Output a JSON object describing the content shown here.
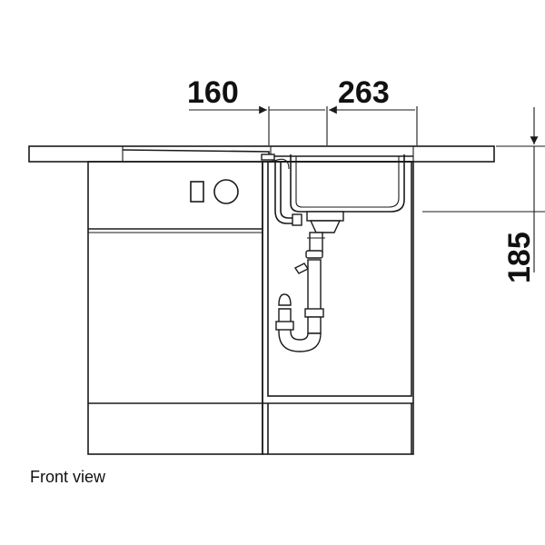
{
  "dimensions": {
    "width_left": "160",
    "width_right": "263",
    "depth": "185"
  },
  "caption": "Front view",
  "colors": {
    "line": "#1a1a1a",
    "background": "#ffffff"
  }
}
